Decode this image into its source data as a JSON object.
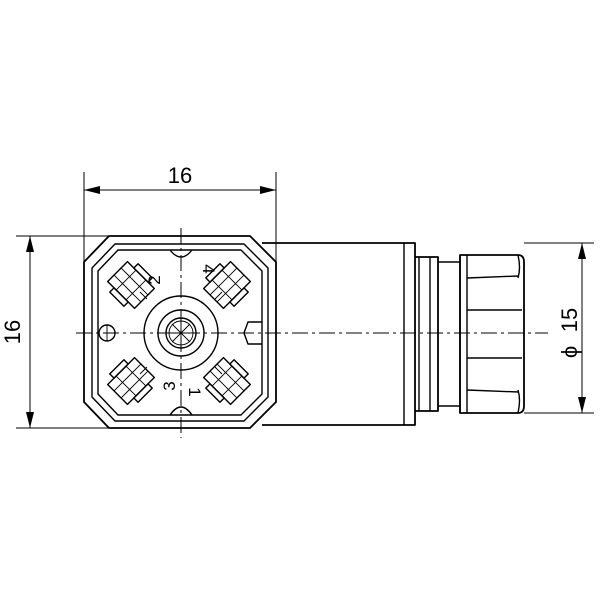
{
  "dimensions": {
    "width_label": "16",
    "height_label": "16",
    "diameter_symbol": "ϕ",
    "diameter_label": "15"
  },
  "pins": {
    "pin1": "1",
    "pin2": "2",
    "pin3": "3",
    "pin4": "4"
  }
}
